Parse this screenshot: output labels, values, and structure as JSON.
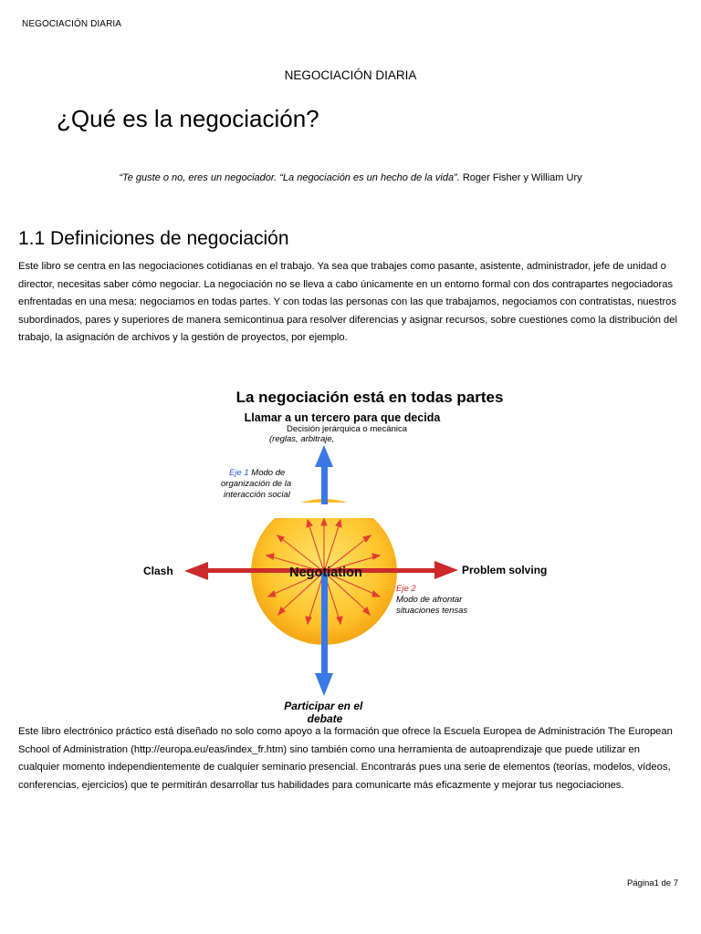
{
  "header": {
    "running_title": "NEGOCIACIÓN DIARIA"
  },
  "document": {
    "title": "NEGOCIACIÓN DIARIA",
    "heading": "¿Qué es la negociación?",
    "quote": {
      "text": "“Te guste o no, eres un negociador. “La negociación es un hecho de la vida”.",
      "author": " Roger Fisher y William Ury"
    },
    "section_heading": "1.1  Definiciones de negociación",
    "paragraph1": "Este libro se centra en las negociaciones cotidianas en el trabajo. Ya sea que trabajes como pasante, asistente, administrador, jefe de unidad o director, necesitas saber cómo negociar. La negociación no se lleva a cabo únicamente en un entorno formal con dos contrapartes negociadoras enfrentadas en una mesa: negociamos en todas partes. Y con todas las personas con las que trabajamos, negociamos con contratistas, nuestros subordinados, pares y superiores de manera semicontinua para resolver diferencias y asignar recursos, sobre cuestiones como la distribución del trabajo, la asignación de archivos y la gestión de proyectos, por ejemplo.",
    "paragraph2": "Este libro electrónico práctico está diseñado no solo como apoyo a la formación que ofrece la Escuela Europea de Administración The European School of Administration (http://europa.eu/eas/index_fr.htm) sino también como una herramienta de autoaprendizaje que puede utilizar en cualquier momento independientemente de cualquier seminario presencial. Encontrarás pues una serie de elementos (teorías, modelos, vídeos, conferencias, ejercicios) que te permitirán desarrollar tus habilidades para comunicarte más eficazmente y mejorar tus negociaciones."
  },
  "figure": {
    "title": "La negociación está en todas partes",
    "top_label": "Llamar a un tercero para que decida",
    "top_sub1": "Decisión jerárquica o mecánica",
    "top_sub2": "(reglas, arbitraje,",
    "axis1_tag": "Eje 1",
    "axis1_line1": " Modo de",
    "axis1_line2": "organización de la",
    "axis1_line3": "interacción social",
    "center_label": "Negotiation",
    "left_label": "Clash",
    "right_label": "Problem solving",
    "axis2_tag": "Eje 2",
    "axis2_line1": "Modo de afrontar",
    "axis2_line2": "situaciones tensas",
    "bottom_label1": "Participar en el",
    "bottom_label2": "debate",
    "colors": {
      "blue_arrow": "#3a78e8",
      "red_arrow": "#cc2a2a",
      "sun": "#ffc52e",
      "axis_tag": "#2a55d6"
    }
  },
  "footer": {
    "page_label": "Página",
    "page_number": "1",
    "page_of": " de 7"
  }
}
